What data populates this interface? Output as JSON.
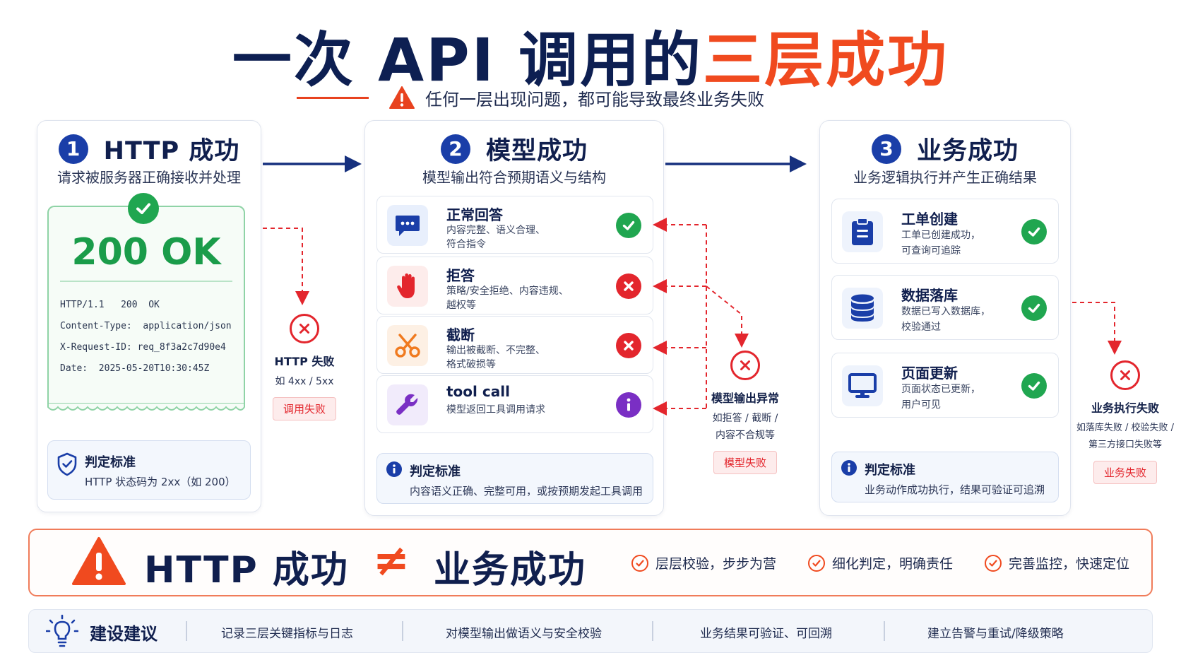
{
  "title": {
    "main": "一次 API 调用的",
    "highlight": "三层成功"
  },
  "subtitle": "任何一层出现问题，都可能导致最终业务失败",
  "colors": {
    "navy": "#101f4e",
    "accent": "#f04a1f",
    "success": "#20a650",
    "error": "#e3262d",
    "info": "#7a2fc4",
    "primary": "#1a3ea8"
  },
  "layers": [
    {
      "num": "1",
      "title": "HTTP 成功",
      "subtitle": "请求被服务器正确接收并处理",
      "status_big": "200 OK",
      "response_lines": "HTTP/1.1   200  OK\nContent-Type:  application/json\nX-Request-ID: req_8f3a2c7d90e4\nDate:  2025-05-20T10:30:45Z",
      "criteria_title": "判定标准",
      "criteria_text": "HTTP 状态码为 2xx（如 200）"
    },
    {
      "num": "2",
      "title": "模型成功",
      "subtitle": "模型输出符合预期语义与结构",
      "items": [
        {
          "title": "正常回答",
          "desc1": "内容完整、语义合理、",
          "desc2": "符合指令",
          "status": "success",
          "icon": "chat-bubble-icon"
        },
        {
          "title": "拒答",
          "desc1": "策略/安全拒绝、内容违规、",
          "desc2": "越权等",
          "status": "error",
          "icon": "hand-stop-icon"
        },
        {
          "title": "截断",
          "desc1": "输出被截断、不完整、",
          "desc2": "格式破损等",
          "status": "error",
          "icon": "scissors-icon"
        },
        {
          "title": "tool call",
          "desc1": "模型返回工具调用请求",
          "desc2": "",
          "status": "info",
          "icon": "wrench-icon"
        }
      ],
      "criteria_title": "判定标准",
      "criteria_text": "内容语义正确、完整可用，或按预期发起工具调用"
    },
    {
      "num": "3",
      "title": "业务成功",
      "subtitle": "业务逻辑执行并产生正确结果",
      "items": [
        {
          "title": "工单创建",
          "desc1": "工单已创建成功，",
          "desc2": "可查询可追踪",
          "status": "success",
          "icon": "clipboard-icon"
        },
        {
          "title": "数据落库",
          "desc1": "数据已写入数据库，",
          "desc2": "校验通过",
          "status": "success",
          "icon": "database-icon"
        },
        {
          "title": "页面更新",
          "desc1": "页面状态已更新，",
          "desc2": "用户可见",
          "status": "success",
          "icon": "monitor-icon"
        }
      ],
      "criteria_title": "判定标准",
      "criteria_text": "业务动作成功执行，结果可验证可追溯"
    }
  ],
  "failures": [
    {
      "title": "HTTP 失败",
      "desc1": "如 4xx / 5xx",
      "desc2": "",
      "badge": "调用失败"
    },
    {
      "title": "模型输出异常",
      "desc1": "如拒答 / 截断 /",
      "desc2": "内容不合规等",
      "badge": "模型失败"
    },
    {
      "title": "业务执行失败",
      "desc1": "如落库失败 / 校验失败 /",
      "desc2": "第三方接口失败等",
      "badge": "业务失败"
    }
  ],
  "banner": {
    "left": "HTTP 成功",
    "neq": "≠",
    "right": "业务成功",
    "points": [
      "层层校验，步步为营",
      "细化判定，明确责任",
      "完善监控，快速定位"
    ]
  },
  "suggestions": {
    "title": "建设建议",
    "items": [
      "记录三层关键指标与日志",
      "对模型输出做语义与安全校验",
      "业务结果可验证、可回溯",
      "建立告警与重试/降级策略"
    ]
  }
}
